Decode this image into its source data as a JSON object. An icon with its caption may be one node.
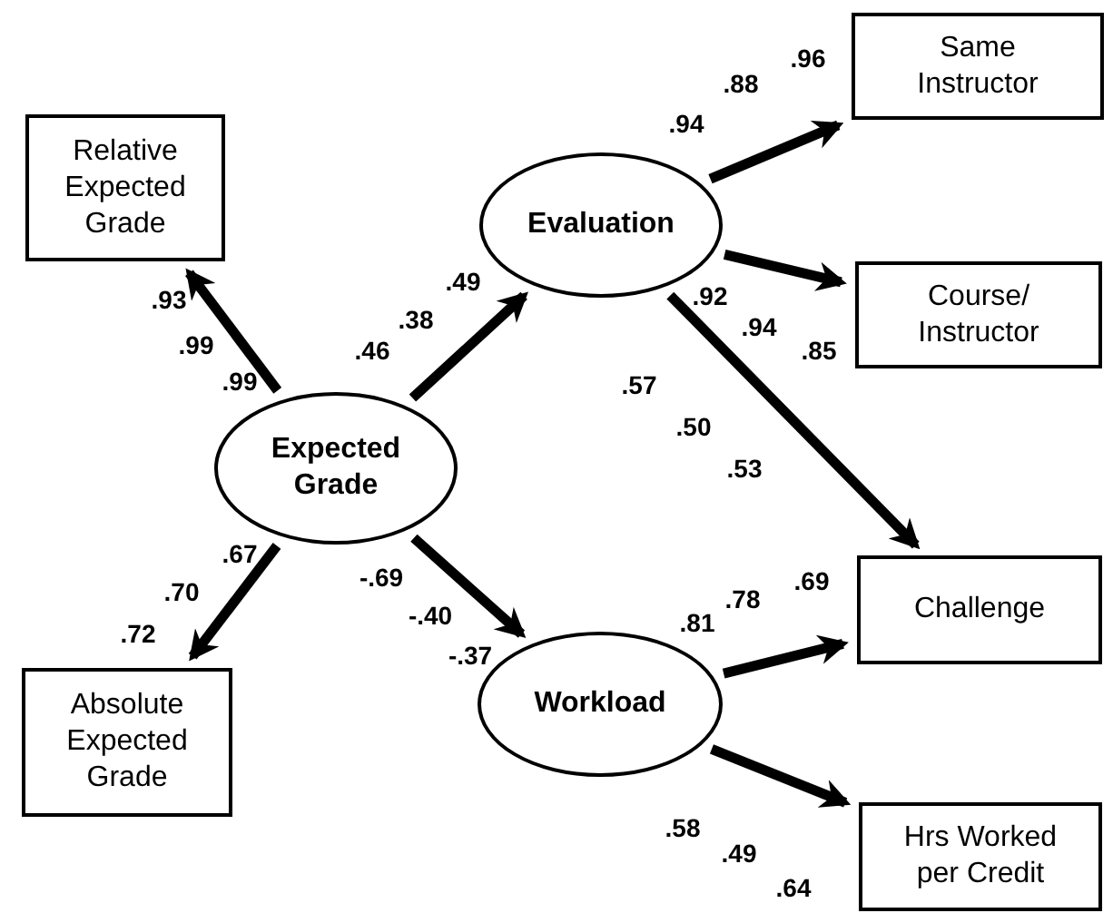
{
  "diagram": {
    "nodes": [
      {
        "text": [
          "Relative Expected Grade"
        ]
      },
      {
        "text": [
          "Evaluation"
        ]
      },
      {
        "text": [
          "Same Instructor"
        ]
      },
      {
        "text": [
          "Expected Grade"
        ]
      },
      {
        "text": [
          "Course/ Instructor"
        ]
      },
      {
        "text": [
          "Challenge"
        ]
      },
      {
        "text": [
          "Absolute Expected Grade"
        ]
      },
      {
        "text": [
          "Workload"
        ]
      },
      {
        "text": [
          "Hrs Worked per Credit"
        ]
      }
    ],
    "edges": [
      {
        "from": 3,
        "to": 0,
        "arrow": "to"
      },
      {
        "from": 3,
        "to": 1,
        "arrow": "to"
      },
      {
        "from": 3,
        "to": 6,
        "arrow": "to"
      },
      {
        "from": 3,
        "to": 7,
        "arrow": "to"
      },
      {
        "from": 1,
        "to": 2,
        "arrow": "to"
      },
      {
        "from": 1,
        "to": 4,
        "arrow": "to"
      },
      {
        "from": 1,
        "to": 5,
        "arrow": "to"
      },
      {
        "from": 7,
        "to": 5,
        "arrow": "to"
      },
      {
        "from": 7,
        "to": 8,
        "arrow": "to"
      }
    ],
    "labels": [
      ".96",
      ".88",
      ".94",
      ".93",
      ".99",
      ".99",
      ".49",
      ".38",
      ".46",
      ".92",
      ".94",
      ".85",
      ".57",
      ".50",
      ".53",
      ".67",
      ".70",
      ".72",
      "-.69",
      "-.40",
      "-.37",
      ".69",
      ".78",
      ".81",
      ".58",
      ".49",
      ".64"
    ]
  }
}
